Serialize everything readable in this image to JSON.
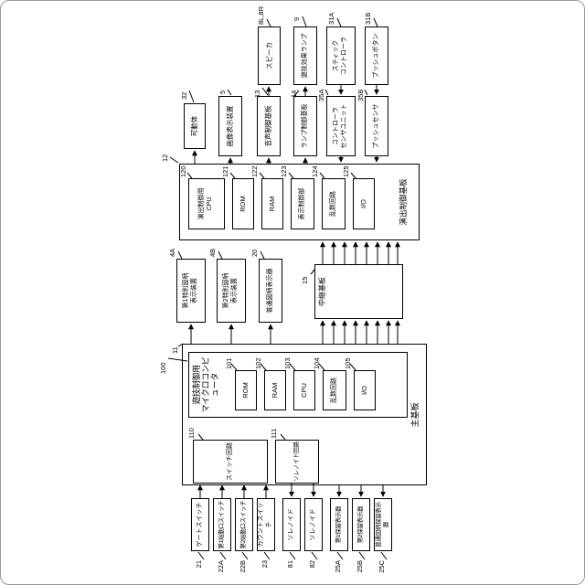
{
  "figure": {
    "boards": {
      "main": {
        "label": "主基板",
        "ref": "11"
      },
      "micom": {
        "label": "遊技制御用\nマイクロコンピュータ",
        "ref": "100"
      },
      "micom_parts": [
        {
          "label": "ROM",
          "ref": "101"
        },
        {
          "label": "RAM",
          "ref": "102"
        },
        {
          "label": "CPU",
          "ref": "103"
        },
        {
          "label": "乱数回路",
          "ref": "104"
        },
        {
          "label": "I/O",
          "ref": "105"
        }
      ],
      "switch_circuit": {
        "label": "スイッチ回路",
        "ref": "110"
      },
      "solenoid_circuit": {
        "label": "ソレノイド回路",
        "ref": "111"
      },
      "relay": {
        "label": "中継基板",
        "ref": "15"
      },
      "effect": {
        "label": "演出制御基板",
        "ref": "12"
      },
      "effect_parts": [
        {
          "label": "演出制御用\nCPU",
          "ref": "120"
        },
        {
          "label": "ROM",
          "ref": "121"
        },
        {
          "label": "RAM",
          "ref": "122"
        },
        {
          "label": "表示制御部",
          "ref": "123"
        },
        {
          "label": "乱数回路",
          "ref": "124"
        },
        {
          "label": "I/O",
          "ref": "125"
        }
      ]
    },
    "displays": [
      {
        "label": "第1特別図柄\n表示装置",
        "ref": "4A"
      },
      {
        "label": "第2特別図柄\n表示装置",
        "ref": "4B"
      },
      {
        "label": "普通図柄表示器",
        "ref": "20"
      }
    ],
    "left_devices": [
      {
        "label": "ゲートスイッチ",
        "ref": "21"
      },
      {
        "label": "第1始動口スイッチ",
        "ref": "22A"
      },
      {
        "label": "第2始動口スイッチ",
        "ref": "22B"
      },
      {
        "label": "カウントスイッチ",
        "ref": "23"
      },
      {
        "label": "ソレノイド",
        "ref": "81"
      },
      {
        "label": "ソレノイド",
        "ref": "82"
      },
      {
        "label": "第1保留表示器",
        "ref": "25A"
      },
      {
        "label": "第2保留表示器",
        "ref": "25B"
      },
      {
        "label": "普通図柄保留表示器",
        "ref": "25C"
      }
    ],
    "mid_devices": [
      {
        "label": "可動体",
        "ref": "32"
      },
      {
        "label": "画像表示装置",
        "ref": "5"
      },
      {
        "label": "音声制御基板",
        "ref": "13"
      },
      {
        "label": "ランプ制御基板",
        "ref": "14"
      },
      {
        "label": "コントローラ\nセンサユニット",
        "ref": "35A"
      },
      {
        "label": "プッシュセンサ",
        "ref": "35B"
      }
    ],
    "right_devices": [
      {
        "label": "スピーカ",
        "ref": "8L,8R"
      },
      {
        "label": "遊技効果ランプ",
        "ref": "9"
      },
      {
        "label": "スティック\nコントローラ",
        "ref": "31A"
      },
      {
        "label": "プッシュボタン",
        "ref": "31B"
      }
    ]
  }
}
